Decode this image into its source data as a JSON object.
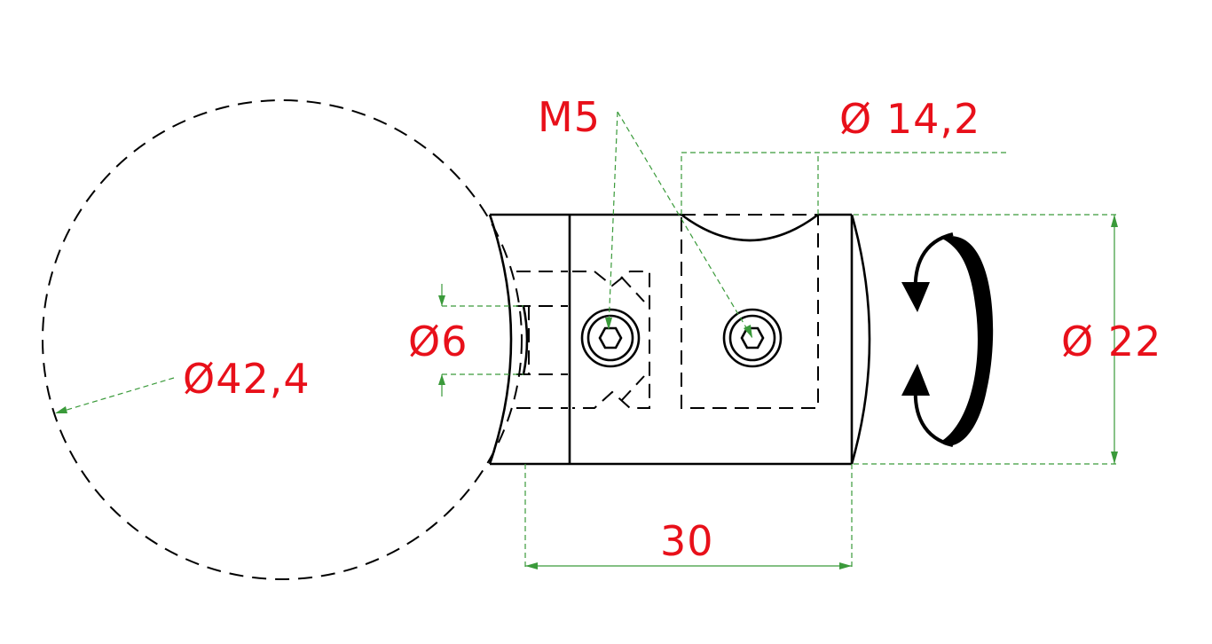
{
  "labels": {
    "thread": "M5",
    "outer_dia_groove": "Ø 14,2",
    "pin_dia": "Ø6",
    "tube_dia": "Ø42,4",
    "body_dia": "Ø 22",
    "length": "30"
  },
  "colors": {
    "label": "#e8101a",
    "dimension_line": "#3a9a3a",
    "outline": "#000000"
  },
  "icons": {
    "rotation": "rotation-arrows-icon"
  }
}
